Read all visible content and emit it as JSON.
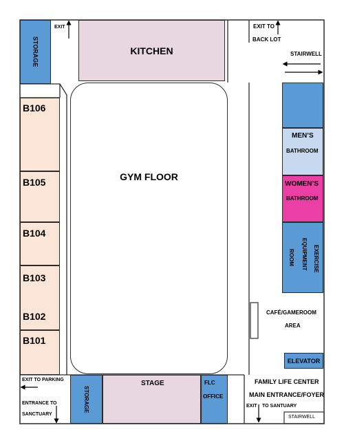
{
  "rooms": {
    "storage_top": "STORAGE",
    "kitchen": "KITCHEN",
    "gym_floor": "GYM FLOOR",
    "b106": "B106",
    "b105": "B105",
    "b104": "B104",
    "b103": "B103",
    "b102": "B102",
    "b101": "B101",
    "mens_line1": "MEN’S",
    "mens_line2": "BATHROOM",
    "womens_line1": "WOMEN’S",
    "womens_line2": "BATHROOM",
    "exercise_line1": "EXERCISE",
    "exercise_line2": "EQUIPMENT",
    "exercise_line3": "ROOM",
    "cafe_line1": "CAFÉ/GAMEROOM",
    "cafe_line2": "AREA",
    "elevator": "ELEVATOR",
    "stage": "STAGE",
    "storage_bottom": "STORAGE",
    "flc_line1": "FLC",
    "flc_line2": "OFFICE",
    "flc_title": "FAMILY LIFE CENTER",
    "main_entrance": "MAIN ENTRANCE/FOYER"
  },
  "labels": {
    "exit_top": "EXIT",
    "exit_back_lot_line1": "EXIT TO",
    "exit_back_lot_line2": "BACK LOT",
    "stairwell_top": "STAIRWELL",
    "exit_parking": "EXIT TO PARKING",
    "entrance_sanctuary_line1": "ENTRANCE TO",
    "entrance_sanctuary_line2": "SANCTUARY",
    "exit_bottom": "EXIT",
    "to_sanctuary": "TO SANTUARY",
    "stairwell_bottom": "STAIRWELL"
  },
  "colors": {
    "storage": "#5b9bd5",
    "kitchen": "#e8d6e0",
    "classrooms": "#fbe5d6",
    "mens_bathroom": "#c6d9ee",
    "womens_bathroom": "#ec3fa6",
    "elevator": "#5b9bd5"
  }
}
